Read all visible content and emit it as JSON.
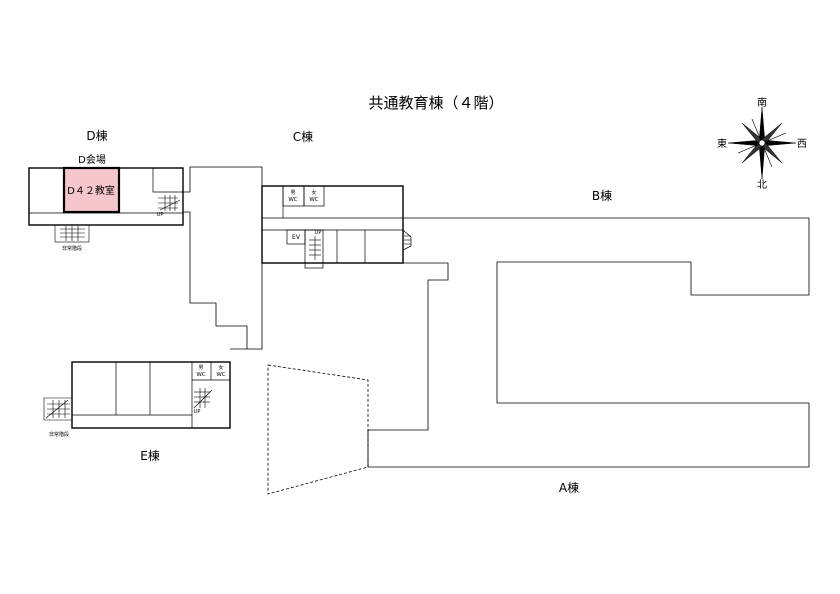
{
  "title": "共通教育棟（４階）",
  "buildings": {
    "d": "D棟",
    "c": "C棟",
    "b": "B棟",
    "e": "E棟",
    "a": "A棟"
  },
  "venue": {
    "label": "D会場",
    "room": "D４２教室",
    "highlight_color": "#f5c6cb"
  },
  "compass": {
    "north": "北",
    "south": "南",
    "east": "東",
    "west": "西"
  },
  "facilities": {
    "men": "男",
    "women": "女",
    "wc": "WC",
    "ev": "EV",
    "up": "UP",
    "emergency_stairs": "非常階段"
  }
}
